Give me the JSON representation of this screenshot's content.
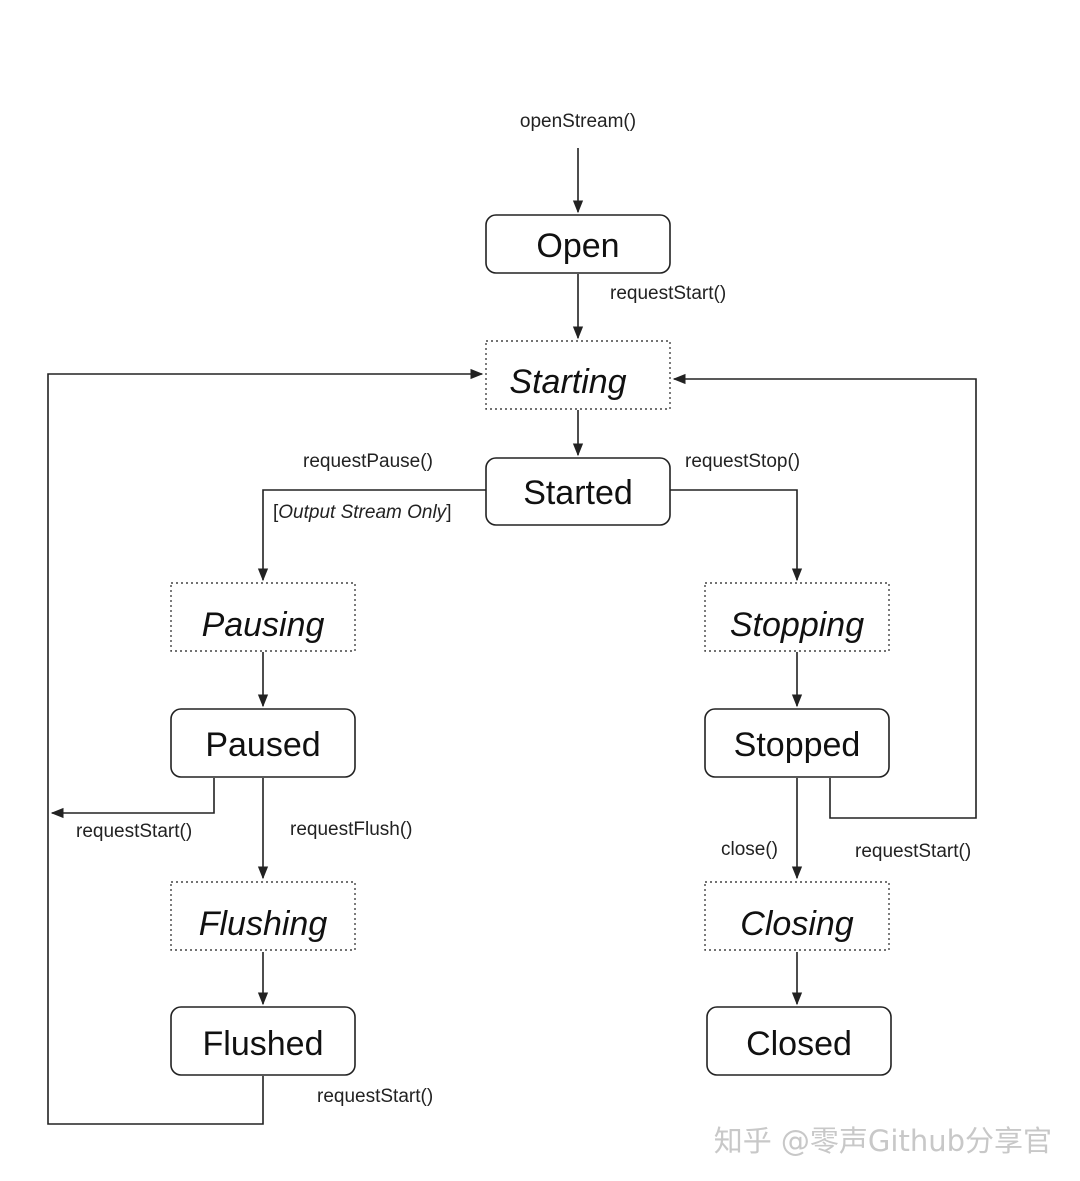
{
  "states": {
    "open": "Open",
    "starting": "Starting",
    "started": "Started",
    "pausing": "Pausing",
    "paused": "Paused",
    "flushing": "Flushing",
    "flushed": "Flushed",
    "stopping": "Stopping",
    "stopped": "Stopped",
    "closing": "Closing",
    "closed": "Closed"
  },
  "transitions": {
    "open_stream": "openStream()",
    "open_to_starting": "requestStart()",
    "started_to_pausing": "requestPause()",
    "output_only_open": "[",
    "output_only_text": "Output Stream Only",
    "output_only_close": "]",
    "started_to_stopping": "requestStop()",
    "paused_to_starting": "requestStart()",
    "paused_to_flushing": "requestFlush()",
    "stopped_to_closing": "close()",
    "stopped_to_starting": "requestStart()",
    "flushed_to_starting": "requestStart()"
  },
  "watermark": "知乎 @零声Github分享官"
}
